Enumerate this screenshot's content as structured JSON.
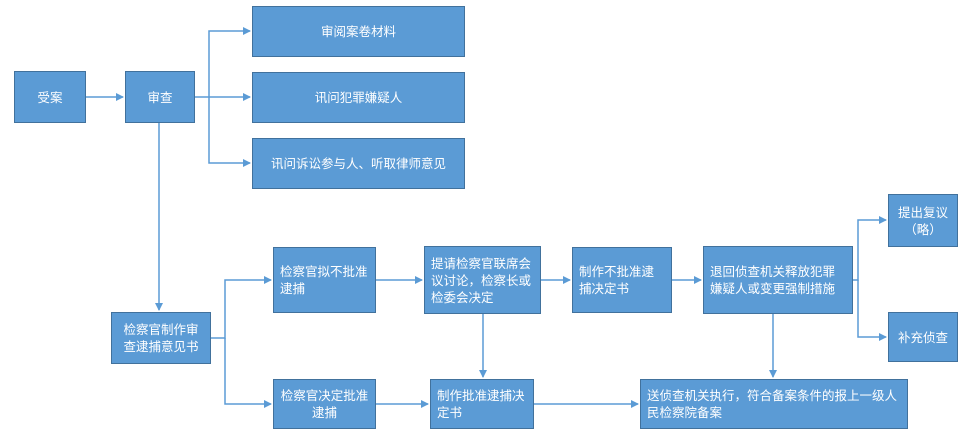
{
  "nodes": {
    "accept": "受案",
    "review": "审查",
    "review_files": "审阅案卷材料",
    "interrogate_suspect": "讯问犯罪嫌疑人",
    "interrogate_participants": "讯问诉讼参与人、听取律师意见",
    "prosecutor_opinion": "检察官制作审查逮捕意见书",
    "propose_not_approve": "检察官拟不批准逮捕",
    "joint_meeting": "提请检察官联席会议讨论，检察长或检委会决定",
    "make_not_approve": "制作不批准逮捕决定书",
    "return_release": "退回侦查机关释放犯罪嫌疑人或变更强制措施",
    "reconsider": "提出复议（略）",
    "supplement": "补充侦查",
    "decide_approve": "检察官决定批准逮捕",
    "make_approve": "制作批准逮捕决定书",
    "send_execute": "送侦查机关执行，符合备案条件的报上一级人民检察院备案"
  },
  "colors": {
    "box_fill": "#5b9bd5",
    "box_border": "#41719c",
    "arrow": "#5b9bd5",
    "text": "#ffffff"
  }
}
